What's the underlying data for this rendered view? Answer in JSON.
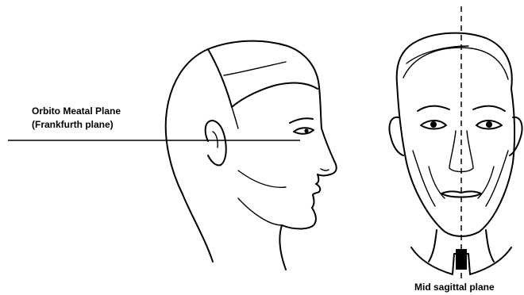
{
  "labels": {
    "frankfurt_line1": "Orbito Meatal Plane",
    "frankfurt_line2": "(Frankfurth plane)",
    "midsagittal": "Mid sagittal plane"
  },
  "icons": {
    "profile": "head-profile-drawing",
    "front": "head-frontal-drawing"
  }
}
